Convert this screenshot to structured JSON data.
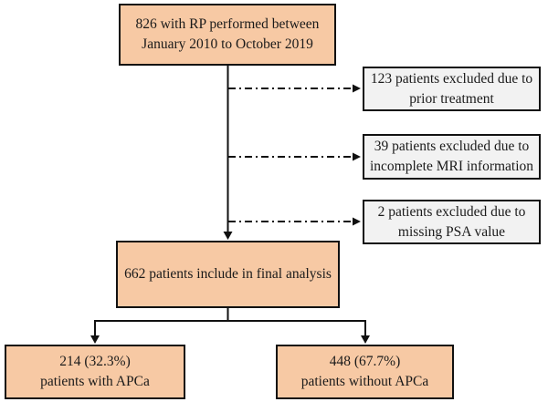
{
  "flowchart": {
    "top_box": {
      "line1": "826 with RP performed between",
      "line2": "January 2010 to October 2019"
    },
    "exclusion_boxes": [
      {
        "line1": "123 patients excluded due to",
        "line2": "prior treatment"
      },
      {
        "line1": "39 patients excluded due to",
        "line2": "incomplete MRI information"
      },
      {
        "line1": "2 patients excluded due to",
        "line2": "missing PSA value"
      }
    ],
    "final_box": {
      "line1": "662 patients include in final analysis"
    },
    "outcome_boxes": [
      {
        "line1": "214 (32.3%)",
        "line2": "patients with APCa"
      },
      {
        "line1": "448 (67.7%)",
        "line2": "patients without APCa"
      }
    ],
    "colors": {
      "included_box_fill": "#f7c9a4",
      "exclusion_box_fill": "#f2f2f2",
      "border_and_lines": "#111111",
      "background": "#ffffff"
    }
  }
}
